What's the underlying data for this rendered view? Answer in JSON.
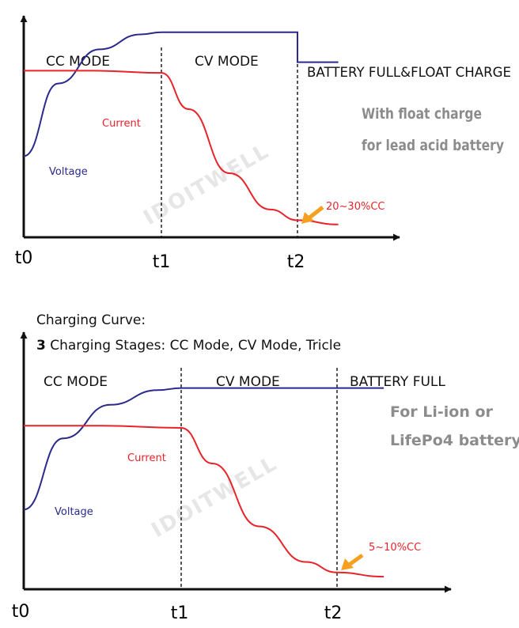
{
  "watermark": "IDOITWELL",
  "colors": {
    "voltage": "#2a2a8c",
    "current": "#e8232a",
    "arrow": "#f5a020",
    "axis": "#111111"
  },
  "captions": {
    "line1": "Charging Curve:",
    "line2_num": "3",
    "line2_text": " Charging Stages:  CC Mode, CV Mode, Tricle"
  },
  "chart_data": [
    {
      "type": "line",
      "stages": [
        "CC MODE",
        "CV MODE",
        "BATTERY FULL&FLOAT CHARGE"
      ],
      "x_ticks": [
        "t0",
        "t1",
        "t2"
      ],
      "note_lines": [
        "With float charge",
        "for lead acid battery"
      ],
      "annotation": "20~30%CC",
      "grid": false,
      "series": [
        {
          "name": "Voltage",
          "x": [
            0,
            0.25,
            0.55,
            0.85,
            1.0,
            1.5,
            2.0,
            2.0,
            2.3
          ],
          "y": [
            0.38,
            0.72,
            0.88,
            0.95,
            0.96,
            0.96,
            0.96,
            0.82,
            0.82
          ]
        },
        {
          "name": "Current",
          "x": [
            0,
            0.5,
            1.0,
            1.2,
            1.5,
            1.8,
            2.0,
            2.3
          ],
          "y": [
            0.78,
            0.78,
            0.77,
            0.6,
            0.3,
            0.13,
            0.08,
            0.06
          ]
        }
      ]
    },
    {
      "type": "line",
      "stages": [
        "CC MODE",
        "CV MODE",
        "BATTERY FULL"
      ],
      "x_ticks": [
        "t0",
        "t1",
        "t2"
      ],
      "note_lines": [
        "For Li-ion or",
        "LifePo4 battery"
      ],
      "annotation": "5~10%CC",
      "grid": false,
      "series": [
        {
          "name": "Voltage",
          "x": [
            0,
            0.25,
            0.55,
            0.85,
            1.0,
            1.5,
            2.0,
            2.3
          ],
          "y": [
            0.38,
            0.72,
            0.88,
            0.95,
            0.96,
            0.96,
            0.96,
            0.96
          ]
        },
        {
          "name": "Current",
          "x": [
            0,
            0.5,
            1.0,
            1.2,
            1.5,
            1.8,
            2.0,
            2.3
          ],
          "y": [
            0.78,
            0.78,
            0.77,
            0.6,
            0.3,
            0.13,
            0.08,
            0.06
          ]
        }
      ]
    }
  ]
}
